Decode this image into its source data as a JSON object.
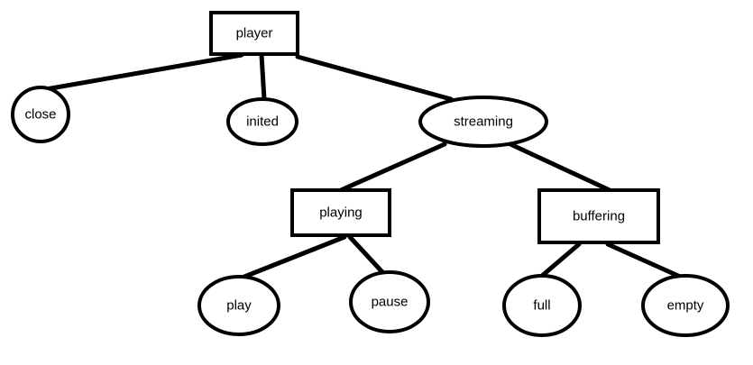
{
  "diagram": {
    "nodes": [
      {
        "id": "player",
        "label": "player",
        "shape": "rect"
      },
      {
        "id": "close",
        "label": "close",
        "shape": "ellipse"
      },
      {
        "id": "inited",
        "label": "inited",
        "shape": "ellipse"
      },
      {
        "id": "streaming",
        "label": "streaming",
        "shape": "ellipse"
      },
      {
        "id": "playing",
        "label": "playing",
        "shape": "rect"
      },
      {
        "id": "buffering",
        "label": "buffering",
        "shape": "rect"
      },
      {
        "id": "play",
        "label": "play",
        "shape": "ellipse"
      },
      {
        "id": "pause",
        "label": "pause",
        "shape": "ellipse"
      },
      {
        "id": "full",
        "label": "full",
        "shape": "ellipse"
      },
      {
        "id": "empty",
        "label": "empty",
        "shape": "ellipse"
      }
    ],
    "edges": [
      {
        "from": "player",
        "to": "close"
      },
      {
        "from": "player",
        "to": "inited"
      },
      {
        "from": "player",
        "to": "streaming"
      },
      {
        "from": "streaming",
        "to": "playing"
      },
      {
        "from": "streaming",
        "to": "buffering"
      },
      {
        "from": "playing",
        "to": "play"
      },
      {
        "from": "playing",
        "to": "pause"
      },
      {
        "from": "buffering",
        "to": "full"
      },
      {
        "from": "buffering",
        "to": "empty"
      }
    ]
  }
}
